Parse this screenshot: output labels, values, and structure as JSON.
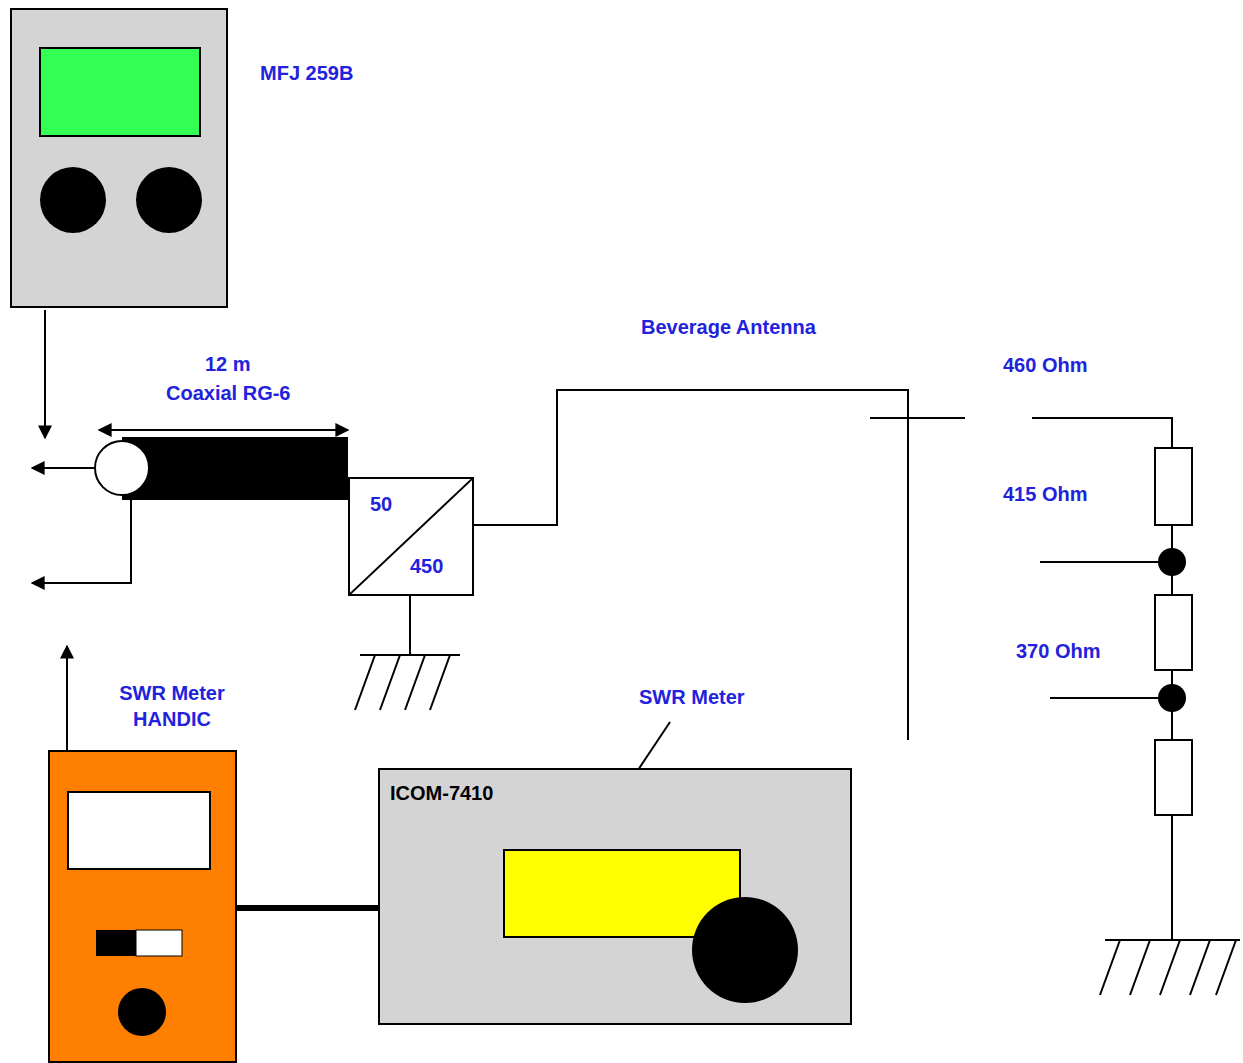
{
  "diagram": {
    "nodes": [
      {
        "text": [
          "MFJ 259B"
        ]
      },
      {
        "text": [
          "50",
          "450"
        ]
      },
      {
        "text": [
          "SWR Meter HANDIC"
        ]
      },
      {
        "text": [
          "ICOM-7410"
        ]
      }
    ],
    "edges": [
      {
        "from": 2,
        "to": 3,
        "arrow": "none"
      }
    ],
    "labels": [
      "12 m",
      "Coaxial RG-6",
      "Beverage Antenna",
      "460 Ohm",
      "415 Ohm",
      "370 Ohm",
      "SWR Meter"
    ]
  }
}
